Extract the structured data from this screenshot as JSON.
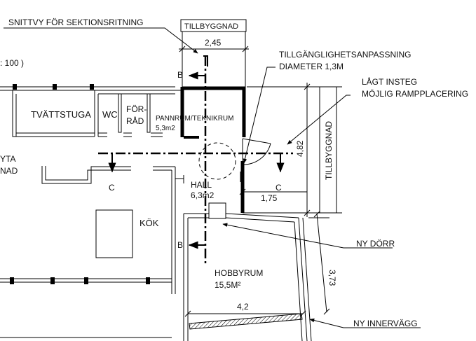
{
  "labels": {
    "snittvy": "SNITTVY FÖR SEKTIONSRITNING",
    "tillbyggnad_top": "TILLBYGGNAD",
    "dim_245": "2,45",
    "tillganglighet_1": "TILLGÄNGLIGHETSANPASSNING",
    "tillganglighet_2": "DIAMETER 1,3M",
    "lagt_1": "LÅGT INSTEG",
    "lagt_2": "MÖJLIG RAMPPLACERING",
    "scale": ": 100 )",
    "b_top": "B",
    "b_bottom": "B",
    "c_left": "C",
    "c_right": "C",
    "tvattstuga": "TVÄTTSTUGA",
    "wc": "WC",
    "forrad_1": "FÖR-",
    "forrad_2": "RÅD",
    "pannrum": "PANNRUM/TEKNIKRUM",
    "pannrum_area": "5,3m2",
    "yta_1": "YTA",
    "yta_2": "NAD",
    "hall": "HALL",
    "hall_area": "6,3m2",
    "dim_175": "1,75",
    "dim_482": "4,82",
    "tillbyggnad_side": "TILLBYGGNAD",
    "kok": "KÖK",
    "ny_dorr": "NY DÖRR",
    "hobbyrum": "HOBBYRUM",
    "hobbyrum_area": "15,5M²",
    "dim_373": "3,73",
    "dim_42": "4,2",
    "ny_innervagg": "NY INNERVÄGG"
  }
}
